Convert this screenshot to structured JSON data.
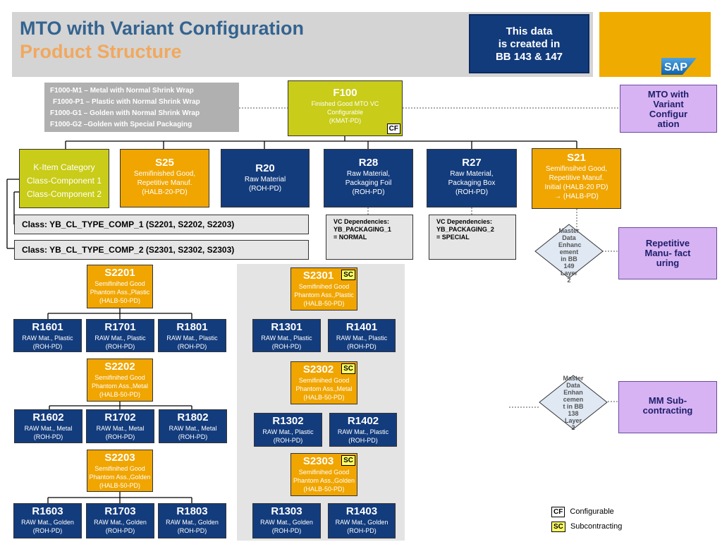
{
  "header": {
    "title_line1": "MTO with Variant Configuration",
    "title_line2": "Product Structure",
    "info_lines": [
      "This data",
      "is created in",
      "BB 143 & 147"
    ],
    "logo": "SAP"
  },
  "variants_box": {
    "lines": [
      "F1000-M1 – Metal with Normal Shrink Wrap",
      "F1000-P1 – Plastic with Normal Shrink Wrap",
      "F1000-G1 – Golden with Normal Shrink Wrap",
      "F1000-G2 –Golden with Special Packaging"
    ]
  },
  "f100": {
    "code": "F100",
    "l1": "Finished Good MTO VC",
    "l2": "Configurable",
    "l3": "(KMAT-PD)",
    "badge": "CF"
  },
  "kitem": {
    "l1": "K-Item Category",
    "l2": "Class-Component 1",
    "l3": "Class-Component 2"
  },
  "level1": {
    "s25": {
      "code": "S25",
      "l1": "Semifinished Good,",
      "l2": "Repetitive Manuf.",
      "l3": "(HALB-20-PD)"
    },
    "r20": {
      "code": "R20",
      "l1": "Raw Material",
      "l2": "(ROH-PD)"
    },
    "r28": {
      "code": "R28",
      "l1": "Raw Material,",
      "l2": "Packaging Foil",
      "l3": "(ROH-PD)"
    },
    "r27": {
      "code": "R27",
      "l1": "Raw Material,",
      "l2": "Packaging Box",
      "l3": "(ROH-PD)"
    },
    "s21": {
      "code": "S21",
      "l1": "Semifinsihed Good,",
      "l2": "Repetitive Manuf.",
      "l3": "Initial (HALB-20 PD)",
      "l4": "→ (HALB-PD)"
    }
  },
  "classes": {
    "comp1": "Class: YB_CL_TYPE_COMP_1 (S2201, S2202, S2203)",
    "comp2": "Class: YB_CL_TYPE_COMP_2 (S2301, S2302, S2303)"
  },
  "vc_deps": {
    "d1": {
      "l1": "VC Dependencies:",
      "l2": "YB_PACKAGING_1",
      "l3": "= NORMAL"
    },
    "d2": {
      "l1": "VC Dependencies:",
      "l2": "YB_PACKAGING_2",
      "l3": "= SPECIAL"
    }
  },
  "side": {
    "mto": "MTO with Variant Configur ation",
    "rep": "Repetitive Manu- fact uring",
    "mm": "MM Sub- contracting",
    "diamond1": "Master Data Enhanc ement in BB 149 Layer 2",
    "diamond2": "Master Data Enhan cemen t in BB 138 Layer 2"
  },
  "semis": {
    "s2201": {
      "code": "S2201",
      "l1": "Semifinihed Good",
      "l2": "Phantom Ass.,Plastic",
      "l3": "(HALB-50-PD)"
    },
    "s2202": {
      "code": "S2202",
      "l1": "Semifinihed Good",
      "l2": "Phantom Ass.,Metal",
      "l3": "(HALB-50-PD)"
    },
    "s2203": {
      "code": "S2203",
      "l1": "Semifinihed Good",
      "l2": "Phantom Ass.,Golden",
      "l3": "(HALB-50-PD)"
    },
    "s2301": {
      "code": "S2301",
      "l1": "Semifinihed Good",
      "l2": "Phantom Ass.,Plastic",
      "l3": "(HALB-50-PD)",
      "badge": "SC"
    },
    "s2302": {
      "code": "S2302",
      "l1": "Semifinihed Good",
      "l2": "Phantom Ass.,Metal",
      "l3": "(HALB-50-PD)",
      "badge": "SC"
    },
    "s2303": {
      "code": "S2303",
      "l1": "Semifinihed Good",
      "l2": "Phantom Ass.,Golden",
      "l3": "(HALB-50-PD)",
      "badge": "SC"
    }
  },
  "raws": {
    "r1601": {
      "code": "R1601",
      "l1": "RAW Mat., Plastic",
      "l2": "(ROH-PD)"
    },
    "r1701": {
      "code": "R1701",
      "l1": "RAW Mat., Plastic",
      "l2": "(ROH-PD)"
    },
    "r1801": {
      "code": "R1801",
      "l1": "RAW Mat., Plastic",
      "l2": "(ROH-PD)"
    },
    "r1602": {
      "code": "R1602",
      "l1": "RAW Mat., Metal",
      "l2": "(ROH-PD)"
    },
    "r1702": {
      "code": "R1702",
      "l1": "RAW Mat., Metal",
      "l2": "(ROH-PD)"
    },
    "r1802": {
      "code": "R1802",
      "l1": "RAW Mat., Metal",
      "l2": "(ROH-PD)"
    },
    "r1603": {
      "code": "R1603",
      "l1": "RAW Mat., Golden",
      "l2": "(ROH-PD)"
    },
    "r1703": {
      "code": "R1703",
      "l1": "RAW Mat., Golden",
      "l2": "(ROH-PD)"
    },
    "r1803": {
      "code": "R1803",
      "l1": "RAW Mat., Golden",
      "l2": "(ROH-PD)"
    },
    "r1301": {
      "code": "R1301",
      "l1": "RAW Mat., Plastic",
      "l2": "(ROH-PD)"
    },
    "r1401": {
      "code": "R1401",
      "l1": "RAW Mat., Plastic",
      "l2": "(ROH-PD)"
    },
    "r1302": {
      "code": "R1302",
      "l1": "RAW Mat., Plastic",
      "l2": "(ROH-PD)"
    },
    "r1402": {
      "code": "R1402",
      "l1": "RAW Mat., Plastic",
      "l2": "(ROH-PD)"
    },
    "r1303": {
      "code": "R1303",
      "l1": "RAW Mat., Golden",
      "l2": "(ROH-PD)"
    },
    "r1403": {
      "code": "R1403",
      "l1": "RAW Mat., Golden",
      "l2": "(ROH-PD)"
    }
  },
  "legend": {
    "cf_badge": "CF",
    "cf_label": "Configurable",
    "sc_badge": "SC",
    "sc_label": "Subcontracting"
  },
  "colors": {
    "navy": "#133c7d",
    "orange": "#f0a500",
    "olive": "#c9cc18",
    "purple": "#d7b3f3",
    "sap_gold": "#f0ab00"
  }
}
